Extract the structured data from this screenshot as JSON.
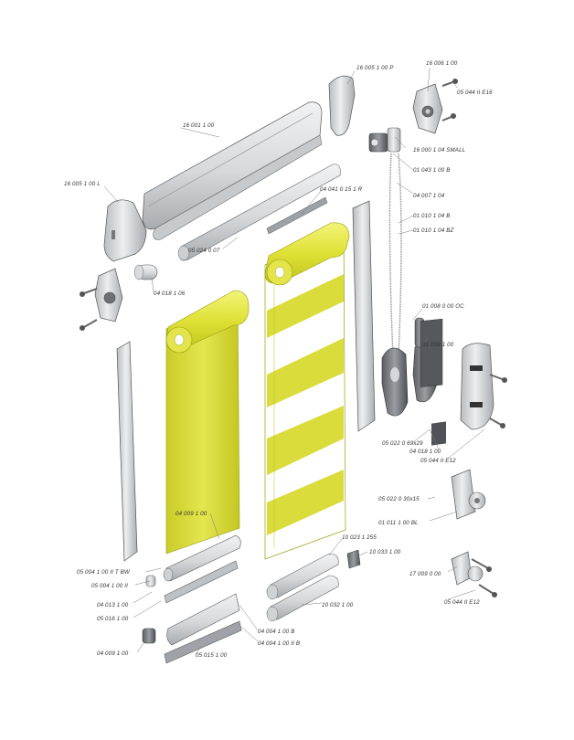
{
  "colors": {
    "fabric": "#d9dc3a",
    "fabric_light": "#ecee7a",
    "metal": "#d4d6d8",
    "metal_dark": "#9ea2a6"
  },
  "labels": {
    "p16005100P": "16 005 1 00 P",
    "p16006100": "16 006 1 00",
    "p0504411E16": "05 044 II E16",
    "p16001100": "16 001 1 00",
    "p160001045M": "16 000 1 04 SMALL",
    "p01043100B": "01 043 1 00 B",
    "p16005100L": "16 005 1 00 L",
    "p040410151R": "04 041 0 15 1 R",
    "p04007104": "04 007 1 04",
    "p01010104B": "01 010 1 04 B",
    "p01010104BZ": "01 010 1 04 BZ",
    "p05024007": "05 024 0 07",
    "p04018106": "04 018 1 06",
    "p01008000OC": "01 008 0 00 OC",
    "p01008100": "01 008 1 00",
    "p050220069x29": "05 022 0 69x29",
    "p04018100": "04 018 1 00",
    "p050441IE12a": "05 044 II E12",
    "p05022030x15": "05 022 0 30x15",
    "p01011100BL": "01 011 1 00 BL",
    "p04009100a": "04 009 1 00",
    "p100231255": "10 023 1 255",
    "p10033100": "10 033 1 00",
    "p17009000": "17 009 0 00",
    "p05004100IITBW": "05 004 1 00 II T BW",
    "p05004100II": "05 004 1 00 II",
    "p04013100": "04 013 1 00",
    "p05016100": "05 016 1 00",
    "p10032100": "10 032 1 00",
    "p050441IE12b": "05 044 II E12",
    "p04004100B": "04 004 1 00 B",
    "p04004100IIB": "04 004 1 00 II B",
    "p04009100b": "04 009 1 00",
    "p05015100": "05 015 1 00"
  }
}
